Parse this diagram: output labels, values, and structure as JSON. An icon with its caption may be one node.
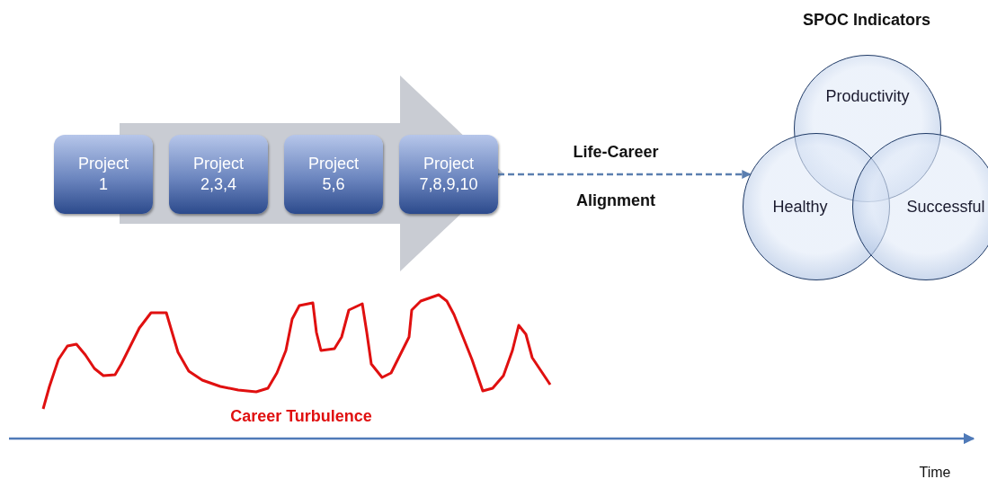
{
  "diagram": {
    "nodes": [
      {
        "text": [
          "Project 1"
        ]
      },
      {
        "text": [
          "Project 2,3,4"
        ]
      },
      {
        "text": [
          "Project 5,6"
        ]
      },
      {
        "text": [
          "Project 7,8,9,10"
        ]
      },
      {
        "text": [
          "Productivity"
        ]
      },
      {
        "text": [
          "Healthy"
        ]
      },
      {
        "text": [
          "Successful"
        ]
      }
    ],
    "edges": [
      {
        "from": 0,
        "to": 3,
        "arrow": "to",
        "style": "thick",
        "color": "#c9ccd3"
      },
      {
        "from": 3,
        "to": 5,
        "arrow": "to",
        "style": "dashed"
      }
    ],
    "labels": [
      "SPOC Indicators",
      "Life-Career",
      "Alignment",
      "Career Turbulence",
      "Time"
    ]
  }
}
